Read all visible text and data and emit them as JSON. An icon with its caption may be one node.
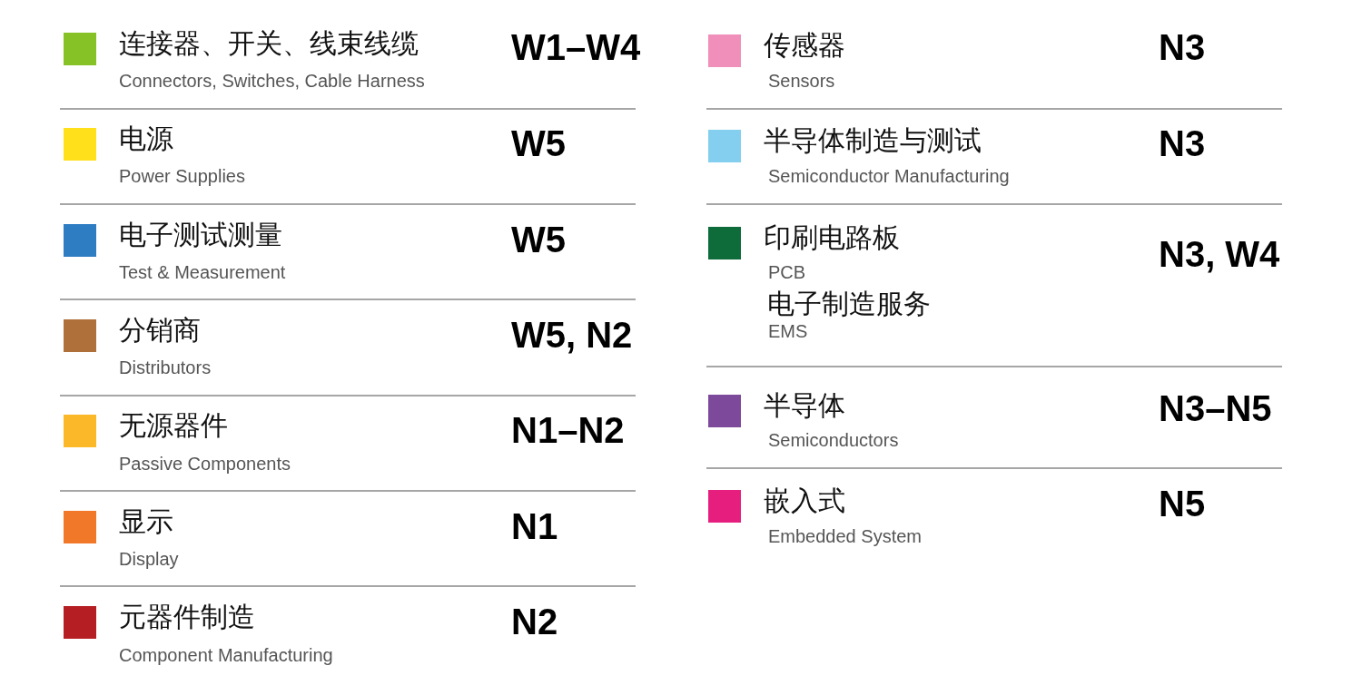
{
  "diagram": {
    "legend": [
      {
        "text": "连接器、开关、线束线缆",
        "color": "#86c225"
      },
      {
        "text": "电源",
        "color": "#ffe01b"
      },
      {
        "text": "电子测试测量",
        "color": "#2e7cc2"
      },
      {
        "text": "分销商",
        "color": "#b0703a"
      },
      {
        "text": "无源器件",
        "color": "#fbb829"
      },
      {
        "text": "显示",
        "color": "#f07828"
      },
      {
        "text": "元器件制造",
        "color": "#b51f24"
      },
      {
        "text": "传感器",
        "color": "#ef8fba"
      },
      {
        "text": "半导体制造与测试",
        "color": "#84cfef"
      },
      {
        "text": "印刷电路板",
        "color": "#0e6b3a"
      },
      {
        "text": "半导体",
        "color": "#7d4a9b"
      },
      {
        "text": "嵌入式",
        "color": "#e61f7e"
      }
    ],
    "labels": [
      "Connectors, Switches, Cable Harness",
      "W1–W4",
      "Power Supplies",
      "W5",
      "Test & Measurement",
      "W5",
      "Distributors",
      "W5, N2",
      "Passive Components",
      "N1–N2",
      "Display",
      "N1",
      "Component Manufacturing",
      "N2",
      "Sensors",
      "N3",
      "Semiconductor Manufacturing",
      "N3",
      "PCB",
      "电子制造服务",
      "EMS",
      "N3, W4",
      "Semiconductors",
      "N3–N5",
      "Embedded System",
      "N5"
    ]
  }
}
